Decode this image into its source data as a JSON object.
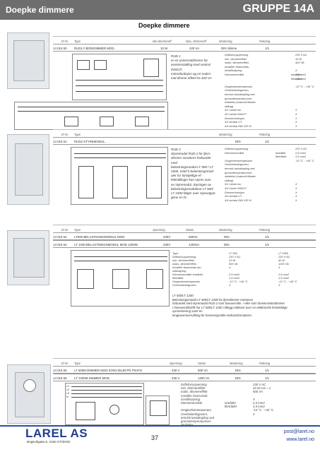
{
  "header": {
    "left": "Doepke dimmere",
    "right": "GRUPPE 14A"
  },
  "subtitle": "Doepke dimmere",
  "sections": {
    "s1": {
      "hdr": [
        "El Nr",
        "Type",
        "Min.dimmereff",
        "Max. dimmereff",
        "Montering",
        "Pakning"
      ],
      "row": [
        "14 015 50",
        "RUD1 FJERNDIMMER MOD.",
        "10 W",
        "420 VA",
        "DIN Skinne",
        "1/1"
      ],
      "desc": "RUD 1\ner en universaldimmer for\nserieinnstalling med sentral\nINN/UT,\nminnefunksjon og en maksi-\nmal dimme effekt fra 420 VA",
      "spec_k": [
        "Driftsforsyspenning",
        "min. dimmereffekt",
        "maks. dimmereffekt",
        "Innstiller fasesvinds-",
        "innstillsatyring",
        "Klemmeområde",
        "",
        "",
        "Omgivelsestemperatur",
        "Overbelastingsvern,",
        "termisk lastutkopling ved",
        "grensetemperaturover-",
        "skridelse (manuell tilbake-",
        "stilling)",
        "4/1 minne inn",
        "4/2 minne INN/UT",
        "Dimmerfunksjon",
        "4/3 sentral UT",
        "4/4 sentral INN 100 %"
      ],
      "spec_v": [
        "230 V AC",
        "10 W",
        "420 VA",
        "",
        "X",
        "2,5 mm2",
        "1,5 mm2",
        "",
        "-10 °C - +45 °C",
        "",
        "",
        "",
        "",
        "",
        "X",
        "X",
        "X",
        "X",
        "X"
      ],
      "spec_m": [
        "",
        "",
        "",
        "",
        "",
        "entrådet",
        "flertrådet"
      ]
    },
    "s2": {
      "hdr": [
        "El Nr",
        "Type",
        "Montering",
        "Pakning"
      ],
      "row": [
        "14 015 51",
        "RUD2 STYREMODUL",
        "DIN",
        "1/1"
      ],
      "desc": "RUD 2\nStyremodul RUD 2 for fjern-\ndimmer monteres forbundet\nmed\nbelastningsmodul LT 500 / LT\n1500. Inntil 5 belastningsmod-\nuler for forskjellige ef-\nfektstillinger kan styres over\nen styremodul. Styringen av\nbelastningsmodulene LT 500/\nLT 1500 følger over styreutgan-\ngene S+/S-.",
      "spec_k": [
        "Driftsforsyspenning",
        "Klemmeområde",
        "",
        "Omgivelsestemperatur",
        "Overbelastingsvern,",
        "termisk lastutkopling ved",
        "grensetemperaturover-",
        "skridelse (manuell tilbake-",
        "stilling)",
        "4/1 minne inn",
        "4/2 minne INN/UT",
        "Dimmerfunksjon",
        "4/3 sentral UT",
        "4/4 sentral INN 100 %"
      ],
      "spec_v": [
        "230 V AC",
        "2,5 mm2",
        "1,5 mm2",
        "-10 °C - +45 °C",
        "",
        "",
        "",
        "",
        "",
        "X",
        "X",
        "X",
        "X",
        "X"
      ],
      "spec_m": [
        "",
        "entrådet",
        "flertrådet"
      ]
    },
    "s3": {
      "hdr": [
        "El Nr",
        "Type",
        "Spenning",
        "Strøm",
        "Montering",
        "Pakning"
      ],
      "rows": [
        [
          "14 015 52",
          "LT500 BELASTNINGSMODUL MOD.",
          "230V",
          "500VA",
          "DIN",
          "1/1"
        ],
        [
          "14 015 54",
          "LT 1200 BELASTNINGSMODUL MOD 1200W",
          "230V",
          "1200VA",
          "DIN",
          "1/1"
        ]
      ],
      "table_head": [
        "Type",
        "LT 500",
        "LT 1500"
      ],
      "table_k": [
        "Driftsforsyspenning",
        "min. dimmereffekt",
        "maks. dimmereffekt",
        "Innstiller fasesvinds-inn-",
        "stillsatyring",
        "Klemmeområde entrådet",
        "flertrådet",
        "Omgivelsestemperatur",
        "Overbelastingsvern,"
      ],
      "table_a": [
        "230 V AC",
        "10 W",
        "500 VA",
        "X",
        "",
        "2,5 mm2",
        "1,5 mm2",
        "-10 °C - +45 °C",
        "X"
      ],
      "table_b": [
        "230 V AC",
        "40 W",
        "1200 VA",
        "X",
        "",
        "2,5 mm2",
        "1,5 mm2",
        "-10 °C - +45 °C",
        "X"
      ],
      "note": "LT 500/LT 1200\nBelastningsmodul LT 500/LT 1200 for fjerndimmer monteres\nforbundet med styremodul RUD 2 som faseavsnitts- / eller som faseinnsnittsdimmer\nI faseavsnittsdrift har LT 500/LT 1200 i tillegg mildstart over en elektronisk helseblidge\nsymmetrering samt en\nlengeoverovervåking for konvensjonelle nettransformatorer."
    },
    "s4": {
      "hdr": [
        "El Nr",
        "Type",
        "Spenning",
        "Strøm",
        "Montering",
        "Pakning"
      ],
      "rows": [
        [
          "14 015 55",
          "LT 500M DIMMER MOD.KONV./ELEKTR.TRAFO",
          "230 V",
          "500 VA",
          "DIN",
          "1/1"
        ],
        [
          "14 015 56",
          "LT 1200M DIMMER MOD.",
          "230 V",
          "1200 VA",
          "DIN",
          "1/1"
        ]
      ],
      "spec_k": [
        "Driftsforsyspenning",
        "min. dimmereffekt",
        "maks. dimmereffekt",
        "Innstiller fasesvinds-",
        "innstillsatyring",
        "Klemmeområde",
        "",
        "Omgivelsestemperatur",
        "Overbelastingsvern,",
        "termisk lastutkopling ved",
        "grensetemperaturover-",
        "skridelse"
      ],
      "spec_m": [
        "",
        "",
        "",
        "",
        "",
        "entrådet",
        "flertrådet"
      ],
      "spec_v": [
        "230 V AC",
        "10 W cos = 1",
        "500 VA",
        "",
        "X",
        "2,5 mm2",
        "1,5 mm2",
        "-10 °C - +45 °C",
        "X",
        "",
        "",
        ""
      ],
      "phases": [
        "L1",
        "L2",
        "L3",
        "N"
      ]
    }
  },
  "footer": {
    "logo": "LAREL AS",
    "address": "Bogsvikgata 6, 3160 STOKKE",
    "page": "37",
    "email": "post@larel.no",
    "web": "www.larel.no"
  },
  "colors": {
    "topbar": "#6e6e6e",
    "brand": "#1d3d8f"
  }
}
